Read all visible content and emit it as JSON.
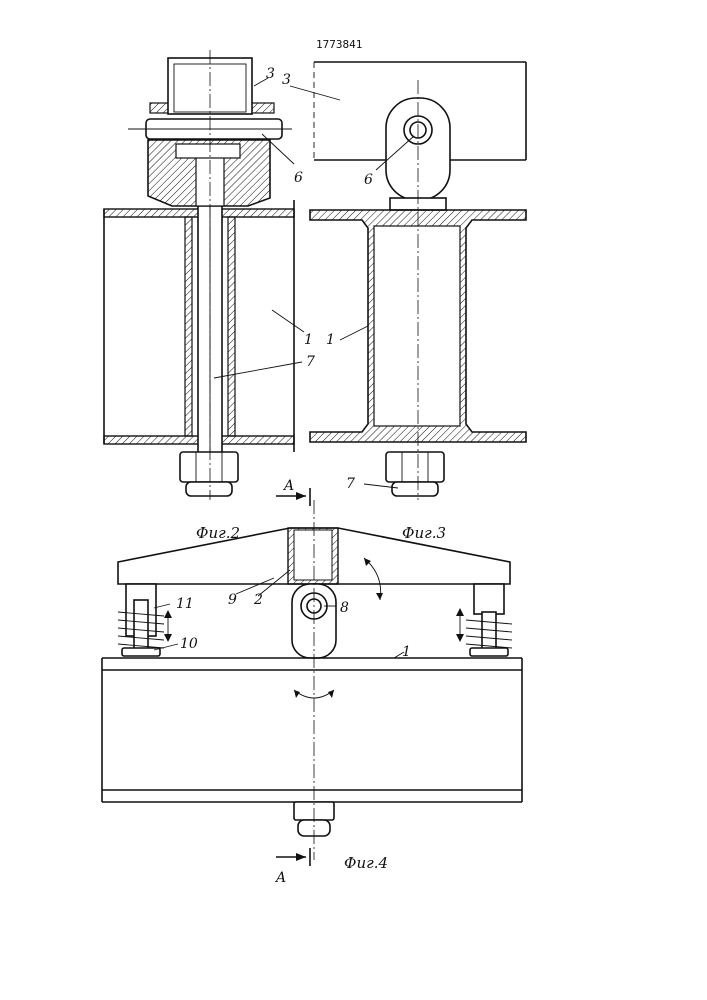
{
  "patent_number": "1773841",
  "figures": {
    "fig2": "Фиг.2",
    "fig3": "Фиг.3",
    "fig4": "Фиг.4"
  },
  "section_marks": {
    "top": "A",
    "bottom": "A"
  },
  "callouts": {
    "n1a": "1",
    "n1b": "1",
    "n1c": "1",
    "n2": "2",
    "n3a": "3",
    "n3b": "3",
    "n6a": "6",
    "n6b": "6",
    "n7a": "7",
    "n7b": "7",
    "n8": "8",
    "n9": "9",
    "n10": "10",
    "n11": "11"
  }
}
